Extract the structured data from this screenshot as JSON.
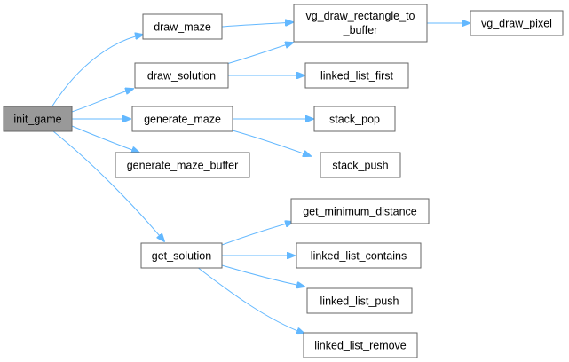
{
  "colors": {
    "edge": "#63b8ff",
    "root_fill": "#999999",
    "node_fill": "#ffffff",
    "node_border": "#666666"
  },
  "nodes": {
    "init_game": "init_game",
    "draw_maze": "draw_maze",
    "draw_solution": "draw_solution",
    "generate_maze": "generate_maze",
    "generate_maze_buffer": "generate_maze_buffer",
    "get_solution": "get_solution",
    "vg_draw_rectangle_to_buffer_line1": "vg_draw_rectangle_to",
    "vg_draw_rectangle_to_buffer_line2": "_buffer",
    "vg_draw_pixel": "vg_draw_pixel",
    "linked_list_first": "linked_list_first",
    "stack_pop": "stack_pop",
    "stack_push": "stack_push",
    "get_minimum_distance": "get_minimum_distance",
    "linked_list_contains": "linked_list_contains",
    "linked_list_push": "linked_list_push",
    "linked_list_remove": "linked_list_remove"
  },
  "edges": [
    {
      "from": "init_game",
      "to": "draw_maze"
    },
    {
      "from": "init_game",
      "to": "draw_solution"
    },
    {
      "from": "init_game",
      "to": "generate_maze"
    },
    {
      "from": "init_game",
      "to": "generate_maze_buffer"
    },
    {
      "from": "init_game",
      "to": "get_solution"
    },
    {
      "from": "draw_maze",
      "to": "vg_draw_rectangle_to_buffer"
    },
    {
      "from": "draw_solution",
      "to": "vg_draw_rectangle_to_buffer"
    },
    {
      "from": "draw_solution",
      "to": "linked_list_first"
    },
    {
      "from": "vg_draw_rectangle_to_buffer",
      "to": "vg_draw_pixel"
    },
    {
      "from": "generate_maze",
      "to": "stack_pop"
    },
    {
      "from": "generate_maze",
      "to": "stack_push"
    },
    {
      "from": "get_solution",
      "to": "get_minimum_distance"
    },
    {
      "from": "get_solution",
      "to": "linked_list_contains"
    },
    {
      "from": "get_solution",
      "to": "linked_list_push"
    },
    {
      "from": "get_solution",
      "to": "linked_list_remove"
    }
  ]
}
